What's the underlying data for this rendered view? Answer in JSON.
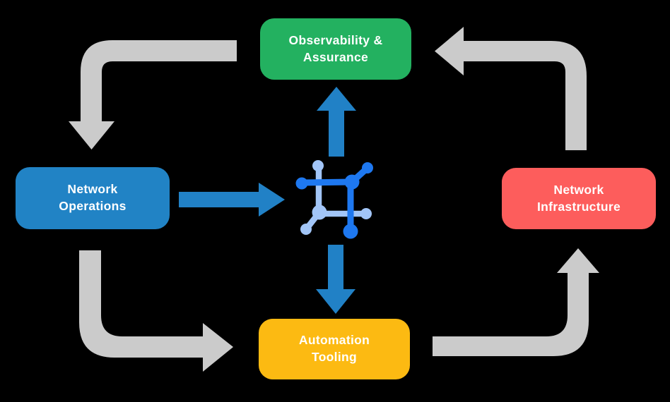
{
  "canvas": {
    "background": "#000000",
    "text_color": "#ffffff"
  },
  "nodes": [
    {
      "id": "observability-assurance",
      "line1": "Observability &",
      "line2": "Assurance",
      "color": "#23b160"
    },
    {
      "id": "network-operations",
      "line1": "Network",
      "line2": "Operations",
      "color": "#2183c5"
    },
    {
      "id": "network-infrastructure",
      "line1": "Network",
      "line2": "Infrastructure",
      "color": "#fd5d5c"
    },
    {
      "id": "automation-tooling",
      "line1": "Automation",
      "line2": "Tooling",
      "color": "#fcba12"
    }
  ],
  "center_icon": {
    "name": "network-mesh-icon",
    "dark_color": "#1e78f0",
    "light_color": "#a2c5f7"
  },
  "arrows": {
    "cycle_color": "#cbcbcb",
    "hub_color": "#2181c6",
    "cycle": [
      {
        "from": "observability-assurance",
        "to": "network-operations"
      },
      {
        "from": "network-operations",
        "to": "automation-tooling"
      },
      {
        "from": "automation-tooling",
        "to": "network-infrastructure"
      },
      {
        "from": "network-infrastructure",
        "to": "observability-assurance"
      }
    ],
    "hub": [
      {
        "from": "network-operations",
        "to": "center-icon"
      },
      {
        "from": "center-icon",
        "to": "observability-assurance"
      },
      {
        "from": "center-icon",
        "to": "automation-tooling"
      }
    ]
  }
}
